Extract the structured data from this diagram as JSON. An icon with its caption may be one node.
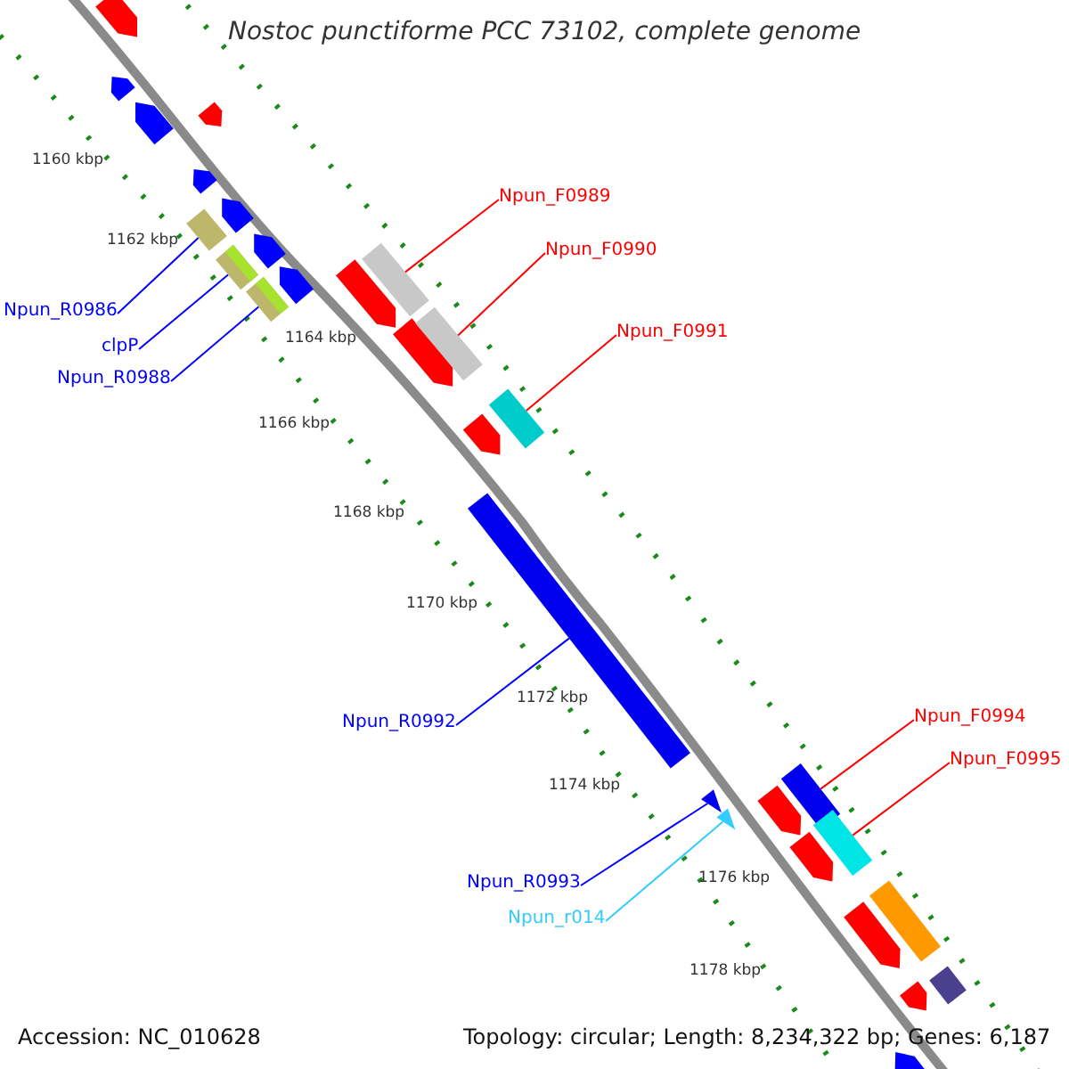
{
  "diagram": {
    "title": "Nostoc punctiforme PCC 73102, complete genome",
    "nodes": [
      {
        "text": [
          "Npun_F0989"
        ]
      },
      {
        "text": [
          "Npun_F0990"
        ]
      },
      {
        "text": [
          "Npun_R0986"
        ]
      },
      {
        "text": [
          "Npun_F0991"
        ]
      },
      {
        "text": [
          "clpP"
        ]
      },
      {
        "text": [
          "Npun_R0988"
        ]
      },
      {
        "text": [
          "Npun_F0994"
        ]
      },
      {
        "text": [
          "Npun_R0992"
        ]
      },
      {
        "text": [
          "Npun_F0995"
        ]
      },
      {
        "text": [
          "Npun_R0993"
        ]
      },
      {
        "text": [
          "Npun_r014"
        ]
      },
      {
        "text": [],
        "shape": "bar"
      },
      {
        "text": [],
        "shape": "bar"
      },
      {
        "text": [],
        "shape": "bar"
      },
      {
        "text": [],
        "shape": "bar"
      },
      {
        "text": [],
        "shape": "bar"
      },
      {
        "text": [],
        "shape": "bar"
      },
      {
        "text": [],
        "shape": "bar"
      },
      {
        "text": [],
        "shape": "bar"
      },
      {
        "text": [],
        "shape": "triangle"
      },
      {
        "text": [],
        "shape": "triangle"
      },
      {
        "text": [],
        "shape": "bar"
      }
    ],
    "edges": [
      {
        "from": 0,
        "to": 13,
        "arrow": "none",
        "color": "#ff0000"
      },
      {
        "from": 1,
        "to": 15,
        "arrow": "none",
        "color": "#ff0000"
      },
      {
        "from": 2,
        "to": 11,
        "arrow": "none",
        "color": "#0000ff"
      },
      {
        "from": 3,
        "to": 16,
        "arrow": "none",
        "color": "#ff0000"
      },
      {
        "from": 4,
        "to": 12,
        "arrow": "none",
        "color": "#0000ff"
      },
      {
        "from": 5,
        "to": 14,
        "arrow": "none",
        "color": "#0000ff"
      },
      {
        "from": 6,
        "to": 18,
        "arrow": "none",
        "color": "#ff0000"
      },
      {
        "from": 7,
        "to": 17,
        "arrow": "none",
        "color": "#0000ff"
      },
      {
        "from": 8,
        "to": 21,
        "arrow": "none",
        "color": "#ff0000"
      },
      {
        "from": 9,
        "to": 19,
        "arrow": "none",
        "color": "#0000ff"
      },
      {
        "from": 10,
        "to": 20,
        "arrow": "none",
        "color": "#33ccff"
      }
    ],
    "labels": [
      "1160 kbp",
      "1162 kbp",
      "1164 kbp",
      "1166 kbp",
      "1168 kbp",
      "1170 kbp",
      "1172 kbp",
      "1174 kbp",
      "1176 kbp",
      "1178 kbp",
      "Accession: NC_010628",
      "Topology: circular; Length: 8,234,322 bp; Genes: 6,187"
    ]
  }
}
